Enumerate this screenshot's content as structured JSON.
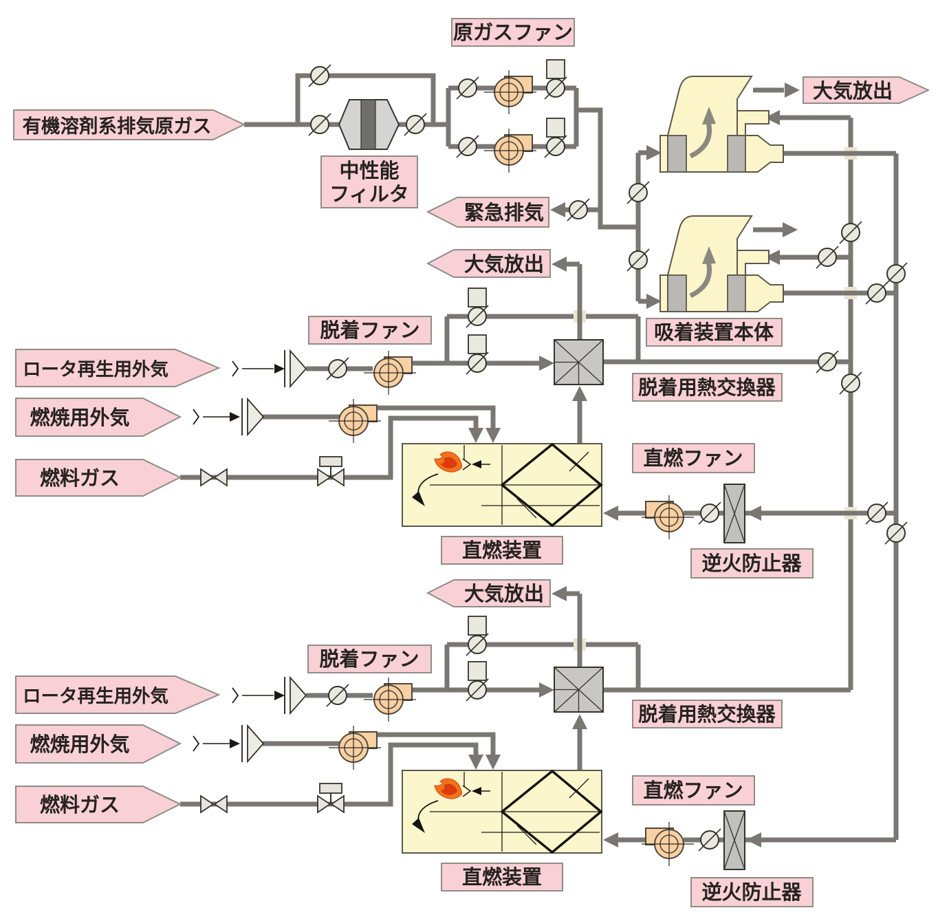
{
  "diagram": {
    "type": "process-flow",
    "description_labels_language": "ja"
  },
  "labels": {
    "source_gas": "有機溶剤系排気原ガス",
    "raw_gas_fan": "原ガスファン",
    "filter_line1": "中性能",
    "filter_line2": "フィルタ",
    "atmospheric_release": "大気放出",
    "emergency_exhaust": "緊急排気",
    "adsorber_body": "吸着装置本体",
    "desorption_hx": "脱着用熱交換器",
    "desorption_fan": "脱着ファン",
    "rotor_regen_air": "ロータ再生用外気",
    "combustion_air": "燃焼用外気",
    "fuel_gas": "燃料ガス",
    "direct_fan": "直燃ファン",
    "direct_unit": "直燃装置",
    "flashback_arrester": "逆火防止器"
  },
  "colors": {
    "pipe": "#7a7772",
    "label_pink": "#f8d0d5",
    "label_border": "#8f8c88",
    "equipment_yellow": "#fcf5c9",
    "fan_orange": "#f8d0a2",
    "valve_gray": "#eae9e0",
    "hx_gray": "#c8c7c3",
    "flame_orange": "#f0741c",
    "flame_red": "#dd3a0e"
  }
}
